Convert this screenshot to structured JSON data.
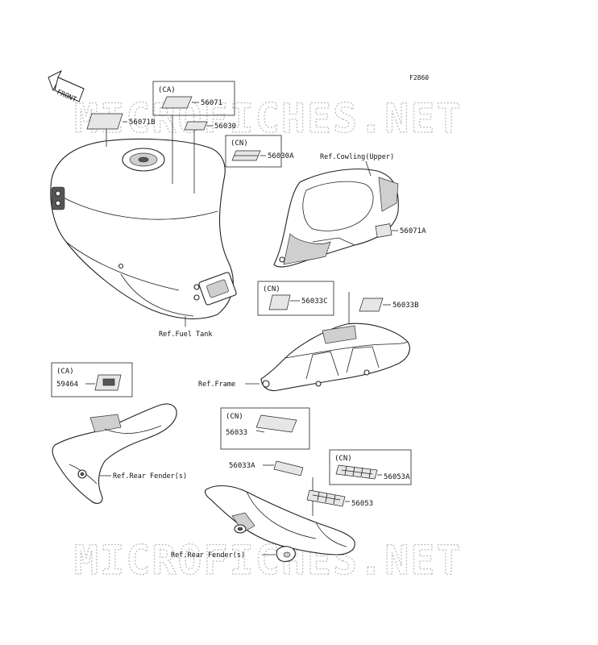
{
  "figure_code": "F2860",
  "front_label": "FRONT",
  "watermark": "MICROFICHES.NET",
  "parts": {
    "p56071": "56071",
    "p56071b": "56071B",
    "p56030": "56030",
    "p56030a": "56030A",
    "p56071a": "56071A",
    "p56033c": "56033C",
    "p56033b": "56033B",
    "p59464": "59464",
    "p56033": "56033",
    "p56033a": "56033A",
    "p56053a": "56053A",
    "p56053": "56053"
  },
  "regions": {
    "ca": "(CA)",
    "cn": "(CN)"
  },
  "refs": {
    "cowling_upper": "Ref.Cowling(Upper)",
    "fuel_tank": "Ref.Fuel Tank",
    "frame": "Ref.Frame",
    "rear_fender_1": "Ref.Rear Fender(s)",
    "rear_fender_2": "Ref.Rear Fender(s)"
  }
}
